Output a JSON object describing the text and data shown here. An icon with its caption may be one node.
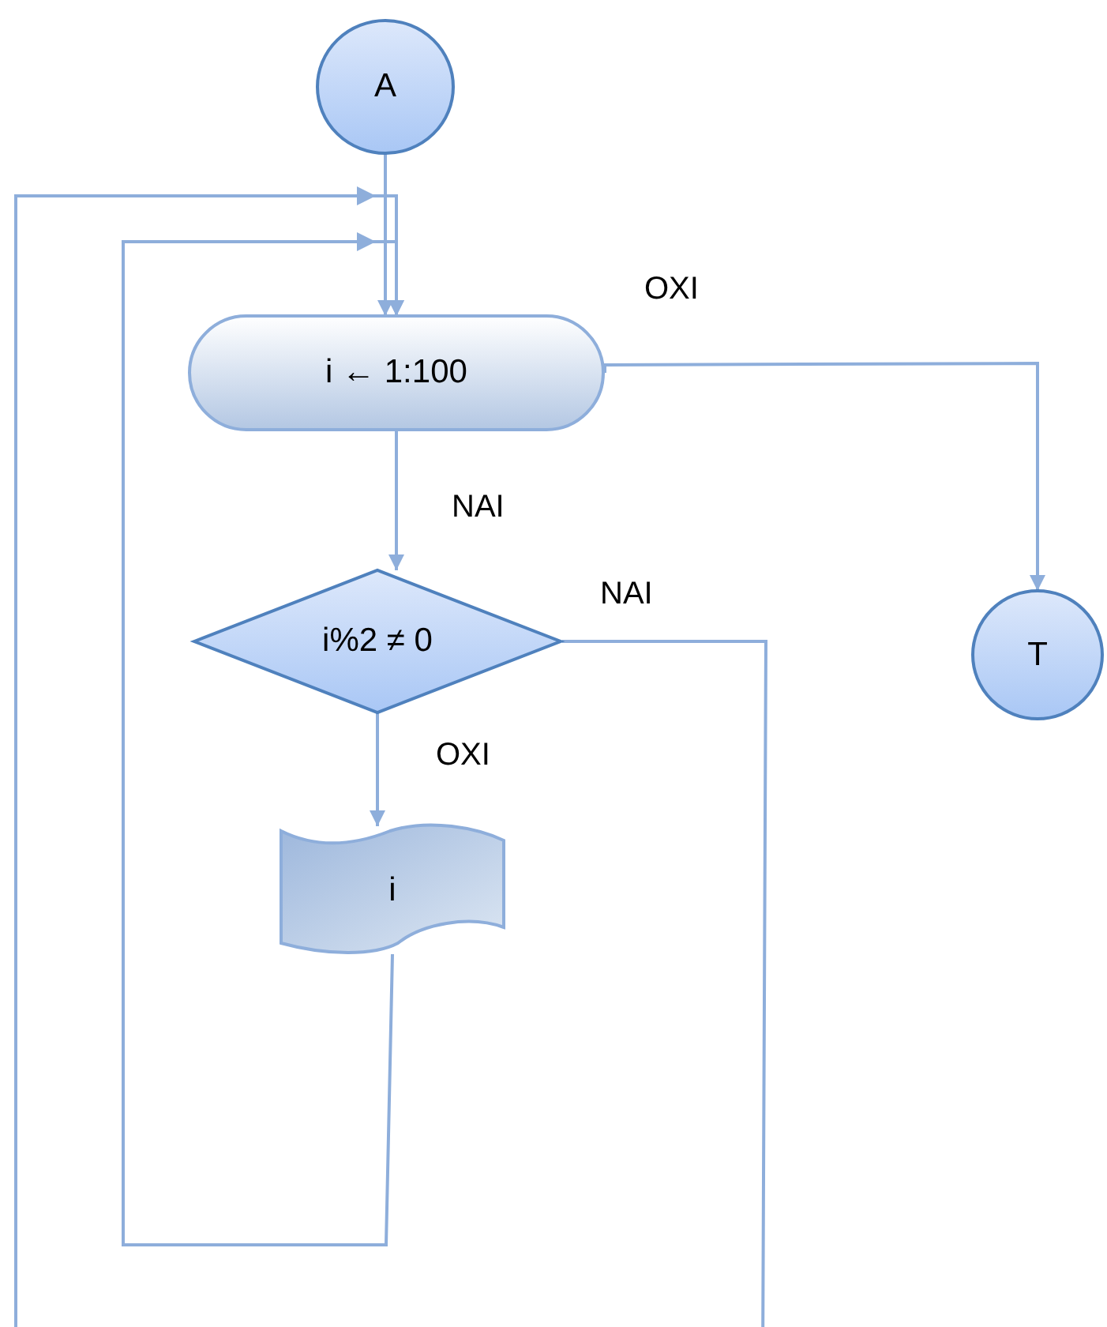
{
  "diagram": {
    "nodes": [
      {
        "text": [
          "A"
        ]
      },
      {
        "text": [
          "i ← 1:100"
        ]
      },
      {
        "text": [
          "i%2 ≠ 0"
        ]
      },
      {
        "text": [
          "i"
        ]
      },
      {
        "text": [
          "T"
        ]
      }
    ],
    "edges": [
      {
        "from": 0,
        "to": 1,
        "arrow": "to"
      },
      {
        "from": 1,
        "to": 4,
        "arrow": "to",
        "label": "OXI"
      },
      {
        "from": 1,
        "to": 2,
        "arrow": "to",
        "label": "NAI"
      },
      {
        "from": 2,
        "to": 3,
        "arrow": "to",
        "label": "OXI"
      },
      {
        "from": 3,
        "to": 1,
        "arrow": "to"
      },
      {
        "from": 2,
        "to": 1,
        "arrow": "to",
        "label": "NAI"
      }
    ]
  }
}
